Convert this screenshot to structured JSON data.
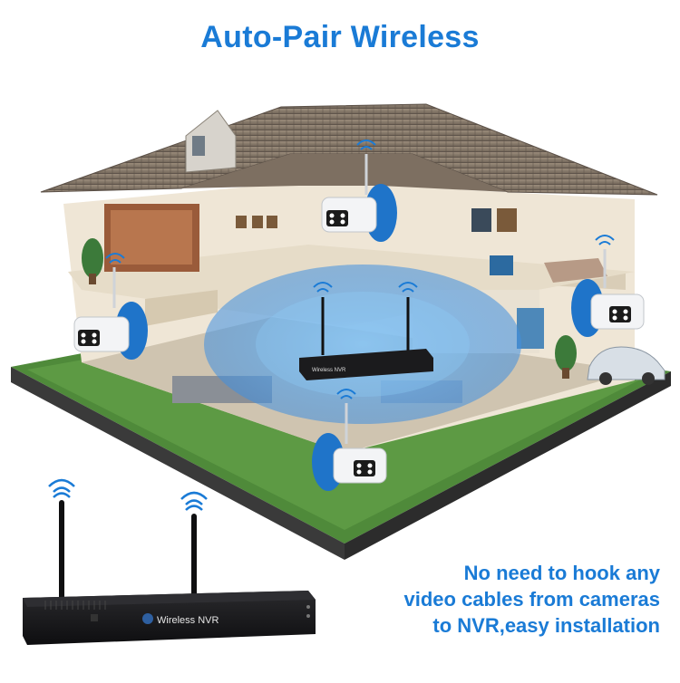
{
  "title": "Auto-Pair Wireless",
  "caption": {
    "line1": "No need to hook any",
    "line2": "video cables from cameras",
    "line3": "to NVR,easy installation"
  },
  "nvr_label": "Wireless NVR",
  "colors": {
    "accent": "#1a7bd6",
    "coverage": "#5aa7ec",
    "lawn": "#4f8a3a",
    "roof": "#8a7a6a",
    "nvr_body": "#1d1d1f"
  },
  "icons": [
    "wifi-icon",
    "camera-icon",
    "nvr-icon",
    "house-illustration"
  ]
}
